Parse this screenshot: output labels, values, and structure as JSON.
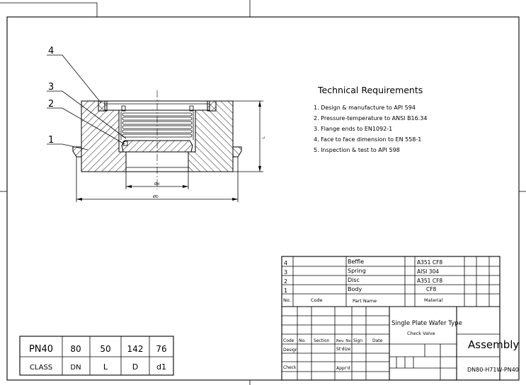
{
  "requirements": {
    "title": "Technical Requirements",
    "items": [
      "1. Design & manufacture to API 594",
      "2. Pressure-temperature to ANSI B16.34",
      "3. Flange ends to EN1092-1",
      "4. Face to face dimension to EN 558-1",
      "5. Inspection & test to API 598"
    ]
  },
  "callouts": [
    "4",
    "3",
    "2",
    "1"
  ],
  "dims": {
    "L": "L",
    "d": "Ød",
    "D": "ØD"
  },
  "bom": {
    "rows": [
      {
        "no": "4",
        "code": "",
        "part": "Beffle",
        "material": "A351  CF8"
      },
      {
        "no": "3",
        "code": "",
        "part": "Spring",
        "material": "AISI  304"
      },
      {
        "no": "2",
        "code": "",
        "part": "Disc",
        "material": "A351  CF8"
      },
      {
        "no": "1",
        "code": "",
        "part": "Body",
        "material": "CF8"
      }
    ],
    "header": {
      "no": "No.",
      "code": "Code",
      "part": "Part Name",
      "material": "Material"
    }
  },
  "titleblock": {
    "name_line1": "Single Plate Wafer Type",
    "name_line2": "Check Valve",
    "assembly": "Assembly",
    "drawing_no": "DN80-H71W-PN40",
    "rev_headers": [
      "Code",
      "No.",
      "Section",
      "Rev. No.",
      "Sign",
      "Date"
    ],
    "design": "Design",
    "stdize": "St'dize",
    "check": "Check",
    "apprd": "Appr'd"
  },
  "spec": {
    "values": [
      "PN40",
      "80",
      "50",
      "142",
      "76"
    ],
    "labels": [
      "CLASS",
      "DN",
      "L",
      "D",
      "d1"
    ]
  }
}
